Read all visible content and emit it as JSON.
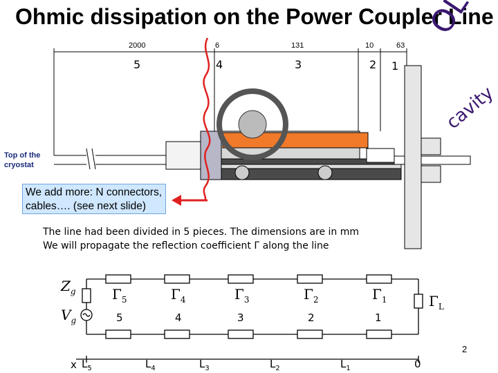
{
  "title": "Ohmic dissipation on the Power Coupler Line",
  "stamp_old": "OLD",
  "stamp_cavity": "cavity",
  "top_of_cryostat": "Top of the cryostat",
  "dimensions": [
    "2000",
    "6",
    "131",
    "10",
    "63"
  ],
  "sections_top": [
    "5",
    "4",
    "3",
    "2",
    "1"
  ],
  "note_box": "We add more: N connectors, cables…. (see next slide)",
  "description_1": "The line had been divided in 5 pieces. The dimensions are in mm",
  "description_2": "We will propagate the reflection coefficient  Γ along the line",
  "circuit": {
    "zg": "Z",
    "zg_sub": "g",
    "vg": "V",
    "vg_sub": "g",
    "gamma_symbol": "Γ",
    "gammas": [
      "5",
      "4",
      "3",
      "2",
      "1"
    ],
    "gamma_load_sub": "L",
    "section_numbers": [
      "5",
      "4",
      "3",
      "2",
      "1"
    ]
  },
  "axis": {
    "x_label": "x",
    "L_symbol": "L",
    "positions": [
      "5",
      "4",
      "3",
      "2",
      "1"
    ],
    "zero": "0"
  },
  "page_number": "2",
  "colors": {
    "stamp": "#3a1870",
    "arrow": "#e02020",
    "wave": "#e02020",
    "note_bg": "#cfe7ff",
    "orange": "#f07a2a",
    "cryostat_label": "#1a2a7a"
  }
}
